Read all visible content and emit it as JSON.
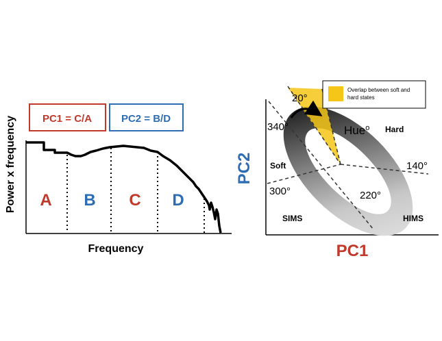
{
  "left_panel": {
    "pc1_label": "PC1 = C/A",
    "pc2_label": "PC2 = B/D",
    "y_axis_label": "Power x frequency",
    "x_axis_label": "Frequency",
    "bands": [
      "A",
      "B",
      "C",
      "D"
    ],
    "colors": {
      "pc1": "#c0392b",
      "pc2": "#2e6db4",
      "box_pc1": "#c0392b",
      "box_pc2": "#2e6db4"
    }
  },
  "right_panel": {
    "x_axis_label": "PC1",
    "y_axis_label": "PC2",
    "legend_text_line1": "Overlap between soft and",
    "legend_text_line2": "hard states",
    "hue_label": "Hue",
    "hue_degree": "o",
    "angle_labels": {
      "a20": "20°",
      "a140": "140°",
      "a220": "220°",
      "a300": "300°",
      "a340": "340°"
    },
    "state_labels": {
      "hard": "Hard",
      "soft": "Soft",
      "sims": "SIMS",
      "hims": "HIMS"
    },
    "colors": {
      "pc1": "#c0392b",
      "pc2": "#2e6db4",
      "overlap": "#f5c518"
    }
  }
}
